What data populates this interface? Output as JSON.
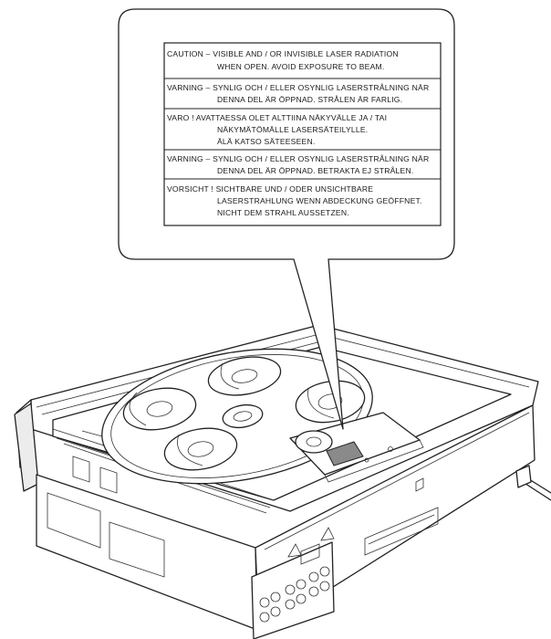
{
  "laser_label": {
    "sections": [
      {
        "id": "caution",
        "lines": [
          "CAUTION  –  VISIBLE AND  /  OR INVISIBLE LASER RADIATION",
          "WHEN OPEN.  AVOID EXPOSURE TO BEAM."
        ]
      },
      {
        "id": "varning-se",
        "lines": [
          "VARNING  –  SYNLIG OCH  /  ELLER OSYNLIG LASERSTRÅLNING NÄR",
          "DENNA DEL ÄR ÖPPNAD.  STRÅLEN ÄR FARLIG."
        ]
      },
      {
        "id": "varo-fi",
        "lines": [
          "VARO !      AVATTAESSA OLET ALTTIINA NÄKYVÄLLE JA /  TAI",
          "NÄKYMÄTÖMÄLLE LASERSÄTEILYLLE.",
          "ÄLÄ KATSO SÄTEESEEN."
        ]
      },
      {
        "id": "varning-dk",
        "lines": [
          "VARNING  –  SYNLIG OCH  /  ELLER OSYNLIG LASERSTRÅLNING NÄR",
          "DENNA DEL ÄR ÖPPNAD.  BETRAKTA EJ STRÅLEN."
        ]
      },
      {
        "id": "vorsicht-de",
        "lines": [
          "VORSICHT !  SICHTBARE UND  /  ODER UNSICHTBARE",
          "LASERSTRAHLUNG WENN ABDECKUNG GEÖFFNET.",
          "NICHT DEM STRAHL AUSSETZEN."
        ]
      }
    ]
  },
  "colors": {
    "ink": "#222222",
    "label_patch": "#8a8a8a",
    "background": "#ffffff"
  }
}
